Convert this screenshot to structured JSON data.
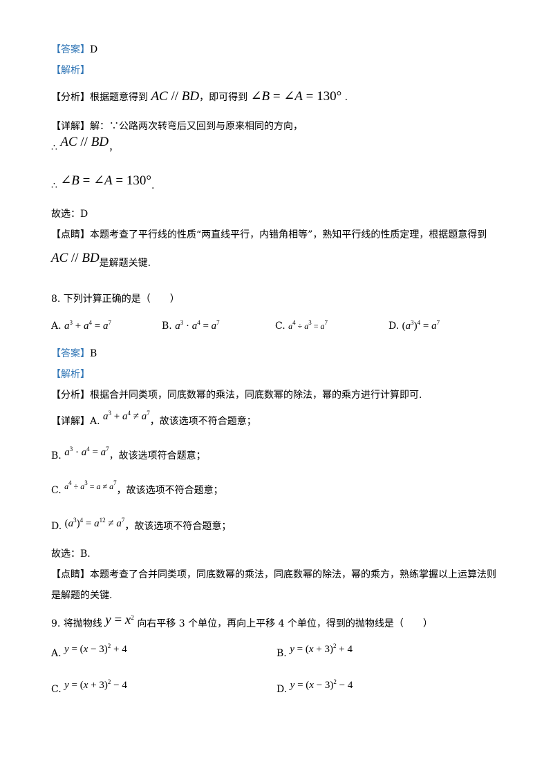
{
  "q7": {
    "answer_tag": "【答案】",
    "answer_value": "D",
    "analysis_tag": "【解析】",
    "fenxi_tag": "【分析】",
    "fenxi_text_1": "根据题意得到",
    "fenxi_text_2": "，即可得到",
    "fenxi_text_3": ".",
    "xiangjie_tag": "【详解】",
    "xiangjie_text": "解：∵公路两次转弯后又回到与原来相同的方向，",
    "therefore": "∴",
    "line_end_comma": "，",
    "line_end_period": ".",
    "choose": "故选：D",
    "dianjing_tag": "【点睛】",
    "dianjing_text": "本题考查了平行线的性质“两直线平行，内错角相等”，熟知平行线的性质定理，根据题意得到",
    "dianjing_text_2": "是解题关键."
  },
  "q8": {
    "stem": "8. 下列计算正确的是（　　）",
    "opt_a": "A.",
    "opt_b": "B.",
    "opt_c": "C.",
    "opt_d": "D.",
    "answer_tag": "【答案】",
    "answer_value": "B",
    "analysis_tag": "【解析】",
    "fenxi_tag": "【分析】",
    "fenxi_text": "根据合并同类项，同底数幂的乘法，同底数幂的除法，幂的乘方进行计算即可.",
    "xiangjie_tag": "【详解】",
    "a_label": "A.",
    "a_text": "，故该选项不符合题意；",
    "b_label": "B.",
    "b_text": "，故该选项符合题意；",
    "c_label": "C.",
    "c_text": "，故该选项不符合题意；",
    "d_label": "D.",
    "d_text": "，故该选项不符合题意；",
    "choose": "故选：B.",
    "dianjing_tag": "【点睛】",
    "dianjing_text_1": "本题考查了合并同类项，同底数幂的乘法，同底数幂的除法，幂的乘方，熟练掌握以上运算法则",
    "dianjing_text_2": "是解题的关键."
  },
  "q9": {
    "stem_1": "9. 将抛物线",
    "stem_2": "向右平移 3 个单位，再向上平移 4 个单位，得到的抛物线是（　　）",
    "opt_a": "A.",
    "opt_b": "B.",
    "opt_c": "C.",
    "opt_d": "D."
  }
}
